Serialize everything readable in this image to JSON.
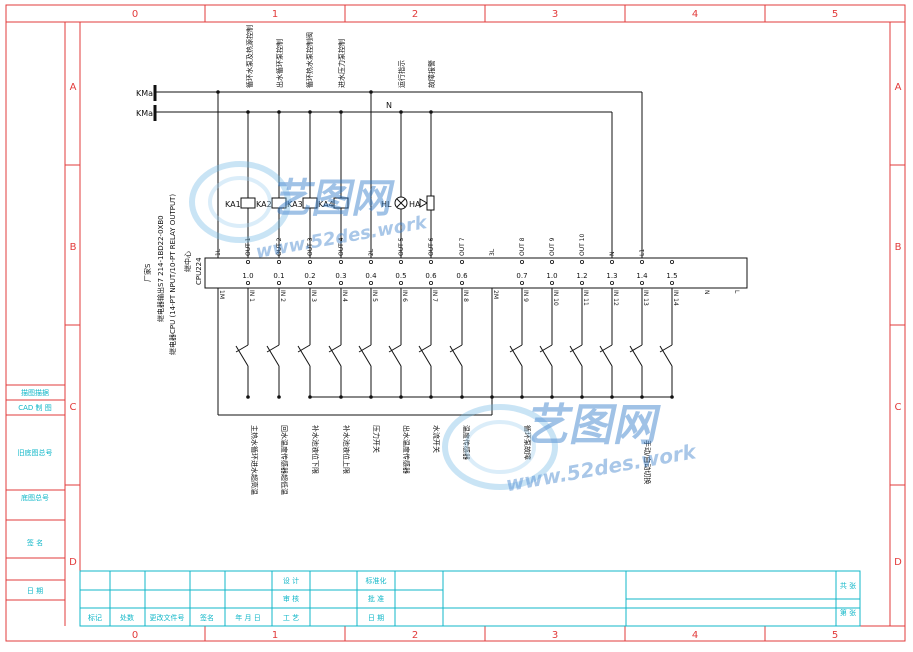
{
  "frame": {
    "columns": [
      "0",
      "1",
      "2",
      "3",
      "4",
      "5"
    ],
    "rows": [
      "A",
      "B",
      "C",
      "D"
    ]
  },
  "side_block": {
    "labels": [
      "描图描据",
      "CAD 制 图",
      "旧底图总号",
      "底图总号",
      "签 名",
      "日 期"
    ]
  },
  "title_block": {
    "row1_labels": [
      "设 计",
      "标准化"
    ],
    "row2_labels": [
      "审 核",
      "批 准"
    ],
    "row3_labels": [
      "标记",
      "处数",
      "更改文件号",
      "签名",
      "年 月 日",
      "工 艺",
      "日 期"
    ],
    "right_labels": [
      "共 张",
      "第 张"
    ]
  },
  "bus": {
    "kma1": "KMa",
    "kma2": "KMa",
    "n_label": "N"
  },
  "plc": {
    "title_line1": "厂家S",
    "title_line2": "继电器输出S7 214-1BD22-0XB0",
    "title_line3": "继电器CPU (14-PT NPUT/10-PT RELAY OUTPUT)",
    "model_line1": "CPU224",
    "model_line2": "继中心",
    "top_terminals": [
      "1L",
      "OUT 1",
      "OUT 2",
      "OUT 3",
      "OUT 4",
      "2L",
      "OUT 5",
      "OUT 6",
      "OUT 7",
      "3L",
      "OUT 8",
      "OUT 9",
      "OUT 10",
      "N",
      "L1"
    ],
    "out_addresses": [
      "1.0",
      "0.1",
      "0.2",
      "0.3",
      "0.4",
      "0.5",
      "0.6",
      "0.6",
      "0.7",
      "1.0",
      "1.2",
      "1.3",
      "1.4",
      "1.5"
    ],
    "bottom_terminals": [
      "1M",
      "IN 1",
      "IN 2",
      "IN 3",
      "IN 4",
      "IN 5",
      "IN 6",
      "IN 7",
      "IN 8",
      "2M",
      "IN 9",
      "IN 10",
      "IN 11",
      "IN 12",
      "IN 13",
      "IN 14",
      "N",
      "L"
    ]
  },
  "top_function_labels": [
    "循环水泵及热源控制",
    "出水循环泵控制",
    "循环热水泵控制阀",
    "进水压力泵控制",
    "运行指示",
    "故障报警"
  ],
  "devices": {
    "ka1": "KA1",
    "ka2": "KA2",
    "ka3": "KA3",
    "ka4": "KA4",
    "hl": "HL",
    "ha": "HA"
  },
  "bottom_function_labels": [
    "主热水循环进水超高温",
    "回水温度传感器超低温",
    "补水池液位下限",
    "补水池液位上限",
    "压力开关",
    "出水温度传感器",
    "水流开关",
    "温度传感器",
    "循环泵故障",
    "手动/自动切换"
  ],
  "watermark": {
    "brand": "艺图网",
    "url": "www.52des.work"
  }
}
